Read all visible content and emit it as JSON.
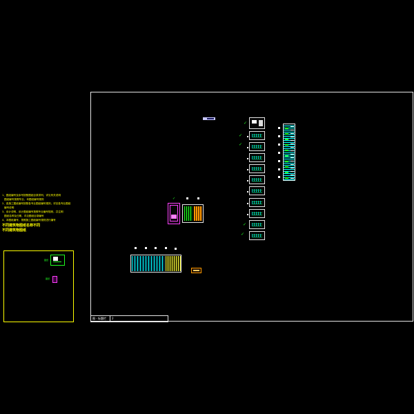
{
  "drawing": {
    "title_block": {
      "left_text": "图 - 标题栏",
      "right_text": "2"
    },
    "label_box": "xxx",
    "notes": [
      "1、图纸编号及序号按照图纸目录排列，详见有关说明",
      "  图纸编号按照专业，本图纸编号规则",
      "2、各施工图纸编号按照各专业图纸编号规则，详见各专业图纸",
      "  编号说明",
      "3、设计说明，设计图纸编号按照专业编号规则，并注明",
      "  图纸名称及日期，详见图纸目录编号",
      "4、本图纸编号，按照施工图纸编号规则进行编号"
    ],
    "notes_big": [
      "不同建筑物图纸名称不同",
      "不同建筑物图纸"
    ],
    "left_box_labels": [
      "图纸",
      "图纸"
    ]
  },
  "colors": {
    "background": "#000000",
    "frame": "#e6e6e6",
    "notes": "#ffff00",
    "accent_cyan": "#00ffff",
    "accent_green": "#20ff20",
    "accent_magenta": "#ff40ff",
    "accent_orange": "#ff9900"
  }
}
